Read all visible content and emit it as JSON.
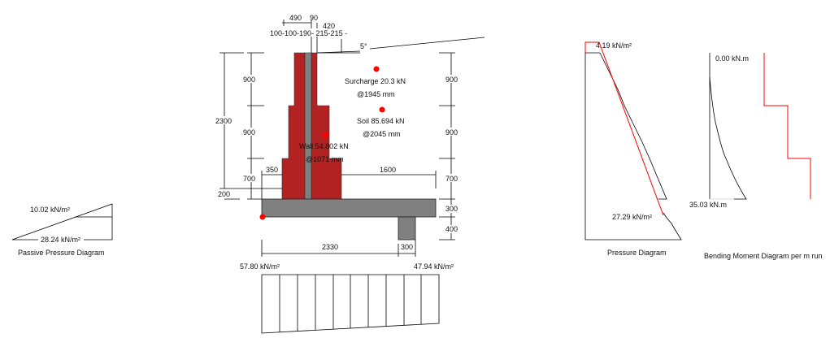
{
  "top_dims": {
    "d490": "490",
    "d90": "90",
    "d420": "420",
    "layers": "100-100-190- 215-215 -"
  },
  "slope_angle": "5°",
  "left_dims": {
    "total": "2300",
    "h1": "900",
    "h2": "900",
    "h3": "700",
    "d200": "200",
    "toe": "350"
  },
  "right_dims": {
    "h1": "900",
    "h2": "900",
    "h3": "700",
    "base": "300",
    "key": "400",
    "heel": "1600"
  },
  "bottom_dims": {
    "base": "2330",
    "key": "300"
  },
  "forces": {
    "surcharge": "Surcharge 20.3 kN",
    "surcharge_at": "@1945 mm",
    "soil": "Soil 85.694 kN",
    "soil_at": "@2045 mm",
    "wall": "Wall 54.802 kN",
    "wall_at": "@1071 mm"
  },
  "bearing": {
    "left": "57.80 kN/m²",
    "right": "47.94 kN/m²"
  },
  "passive": {
    "top": "10.02 kN/m²",
    "bottom": "28.24 kN/m²",
    "title": "Passive Pressure Diagram"
  },
  "pressure": {
    "top": "4.19 kN/m²",
    "bottom": "27.29 kN/m²",
    "title": "Pressure Diagram"
  },
  "moment": {
    "top": "0.00 kN.m",
    "bottom": "35.03 kN.m",
    "title": "Bending Moment Diagram per m run"
  },
  "colors": {
    "wall": "#b22222",
    "concrete": "#808080",
    "point": "#ff0000"
  }
}
